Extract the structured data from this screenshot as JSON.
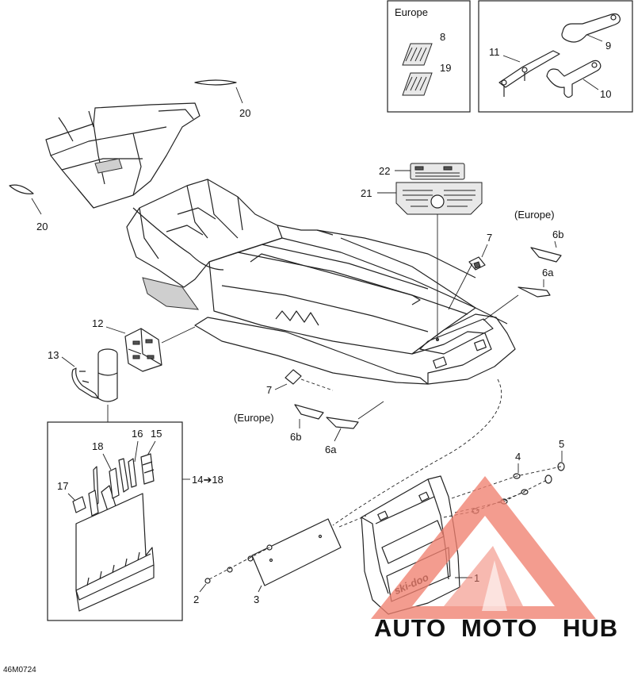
{
  "diagram_code": "46M0724",
  "boxes": {
    "europe_decals": {
      "title": "Europe"
    },
    "tool_kit": {
      "range_label": "14➔18"
    }
  },
  "region_labels": {
    "europe_top": "(Europe)",
    "europe_bottom": "(Europe)"
  },
  "callouts": {
    "c1": "1",
    "c2": "2",
    "c3": "3",
    "c4": "4",
    "c5": "5",
    "c6a_top": "6a",
    "c6b_top": "6b",
    "c6a_bottom": "6a",
    "c6b_bottom": "6b",
    "c7_top": "7",
    "c7_bottom": "7",
    "c8": "8",
    "c9": "9",
    "c10": "10",
    "c11": "11",
    "c12": "12",
    "c13": "13",
    "c15": "15",
    "c16": "16",
    "c17": "17",
    "c18": "18",
    "c19": "19",
    "c20_top": "20",
    "c20_left": "20",
    "c21": "21",
    "c22": "22"
  },
  "mud_flap_text": "ski-doo",
  "watermark": {
    "word_part1": "AUTO",
    "word_part2": "MOTO",
    "word_part3": "HUB",
    "color_primary": "#f08070",
    "color_secondary": "#3a3a3a"
  }
}
